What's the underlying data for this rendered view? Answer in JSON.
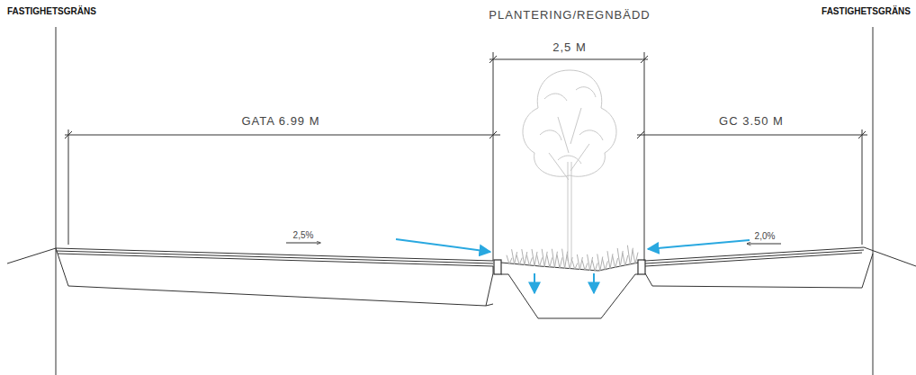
{
  "diagram": {
    "labels": [
      "FASTIGHETSGRÄNS",
      "PLANTERING/REGNBÄDD",
      "FASTIGHETSGRÄNS",
      "2,5 M",
      "GATA 6.99 M",
      "GC 3.50 M",
      "2,5%",
      "2,0%"
    ]
  }
}
